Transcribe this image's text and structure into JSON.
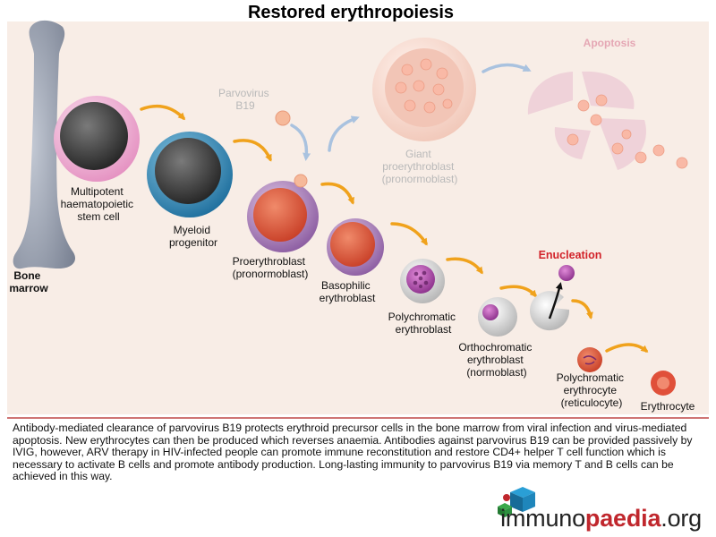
{
  "title": "Restored erythropoiesis",
  "labels": {
    "bone_marrow": [
      "Bone",
      "marrow"
    ],
    "stem_cell": [
      "Multipotent",
      "haematopoietic",
      "stem cell"
    ],
    "myeloid": [
      "Myeloid",
      "progenitor"
    ],
    "parvovirus": [
      "Parvovirus",
      "B19"
    ],
    "proerythroblast": [
      "Proerythroblast",
      "(pronormoblast)"
    ],
    "giant": [
      "Giant",
      "proerythroblast",
      "(pronormoblast)"
    ],
    "apoptosis": "Apoptosis",
    "basophilic": [
      "Basophilic",
      "erythroblast"
    ],
    "polychromatic_eb": [
      "Polychromatic",
      "erythroblast"
    ],
    "orthochromatic": [
      "Orthochromatic",
      "erythroblast",
      "(normoblast)"
    ],
    "enucleation": "Enucleation",
    "reticulocyte": [
      "Polychromatic",
      "erythrocyte",
      "(reticulocyte)"
    ],
    "erythrocyte": "Erythrocyte"
  },
  "caption": "Antibody-mediated clearance of parvovirus B19 protects erythroid precursor cells in the bone marrow from viral infection and virus-mediated apoptosis. New erythrocytes can then be produced which reverses anaemia. Antibodies against parvovirus B19 can be provided passively by IVIG, however, ARV therapy in HIV-infected people can promote immune reconstitution and restore CD4+ helper T cell function which is necessary to activate B cells and promote antibody production. Long-lasting immunity to parvovirus B19 via memory T and B cells can be achieved in this way.",
  "logo": {
    "part1": "immuno",
    "part2": "paedia",
    "part3": ".org"
  },
  "colors": {
    "panel": "#f8ede6",
    "arrow_orange": "#f0a21c",
    "arrow_blue": "#a9c2df",
    "virus": "#f6b99a",
    "enucleation_red": "#d2232a",
    "divider": "#b22222"
  }
}
